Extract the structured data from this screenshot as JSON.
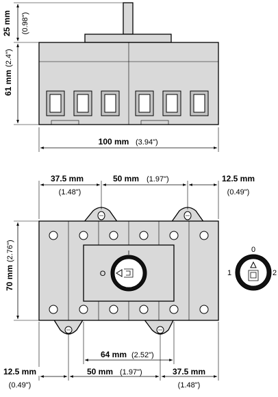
{
  "top_view": {
    "height_shaft": {
      "mm": "25 mm",
      "inch": "(0.98\")"
    },
    "height_body": {
      "mm": "61 mm",
      "inch": "(2.4\")"
    },
    "width_total": {
      "mm": "100 mm",
      "inch": "(3.94\")"
    }
  },
  "front_view": {
    "dim_left_upper": {
      "mm": "37.5 mm",
      "inch": "(1.48\")"
    },
    "dim_mid_upper": {
      "mm": "50 mm",
      "inch": "(1.97\")"
    },
    "dim_right_upper": {
      "mm": "12.5 mm",
      "inch": "(0.49\")"
    },
    "height": {
      "mm": "70 mm",
      "inch": "(2.76\")"
    },
    "dim_mount": {
      "mm": "64 mm",
      "inch": "(2.52\")"
    },
    "dim_left_lower": {
      "mm": "12.5 mm",
      "inch": "(0.49\")"
    },
    "dim_mid_lower": {
      "mm": "50 mm",
      "inch": "(1.97\")"
    },
    "dim_right_lower": {
      "mm": "37.5 mm",
      "inch": "(1.48\")"
    },
    "switch_position_label": "O"
  },
  "knob_view": {
    "position_0": "0",
    "position_1": "1",
    "position_2": "2"
  }
}
